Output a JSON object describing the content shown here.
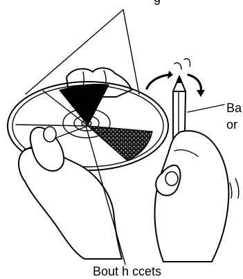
{
  "labels": {
    "top": "g",
    "right_line1": "Ba",
    "right_line2": "or",
    "bottom": "Bout h ccets"
  },
  "colors": {
    "ink": "#000000",
    "background": "#ffffff"
  },
  "icons": {
    "disc": "cd-disc-icon",
    "pencil": "pencil-icon"
  }
}
